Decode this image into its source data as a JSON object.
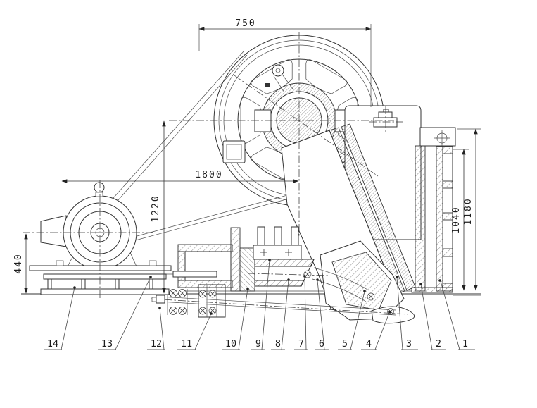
{
  "drawing": {
    "dimensions": {
      "top_width": "750",
      "center_width": "1800",
      "left_height": "1220",
      "motor_height": "440",
      "frame_inner_height": "1040",
      "frame_outer_height": "1180"
    },
    "part_numbers": [
      "1",
      "2",
      "3",
      "4",
      "5",
      "6",
      "7",
      "8",
      "9",
      "10",
      "11",
      "12",
      "13",
      "14"
    ],
    "colors": {
      "line": "#333333",
      "background": "#ffffff"
    }
  }
}
